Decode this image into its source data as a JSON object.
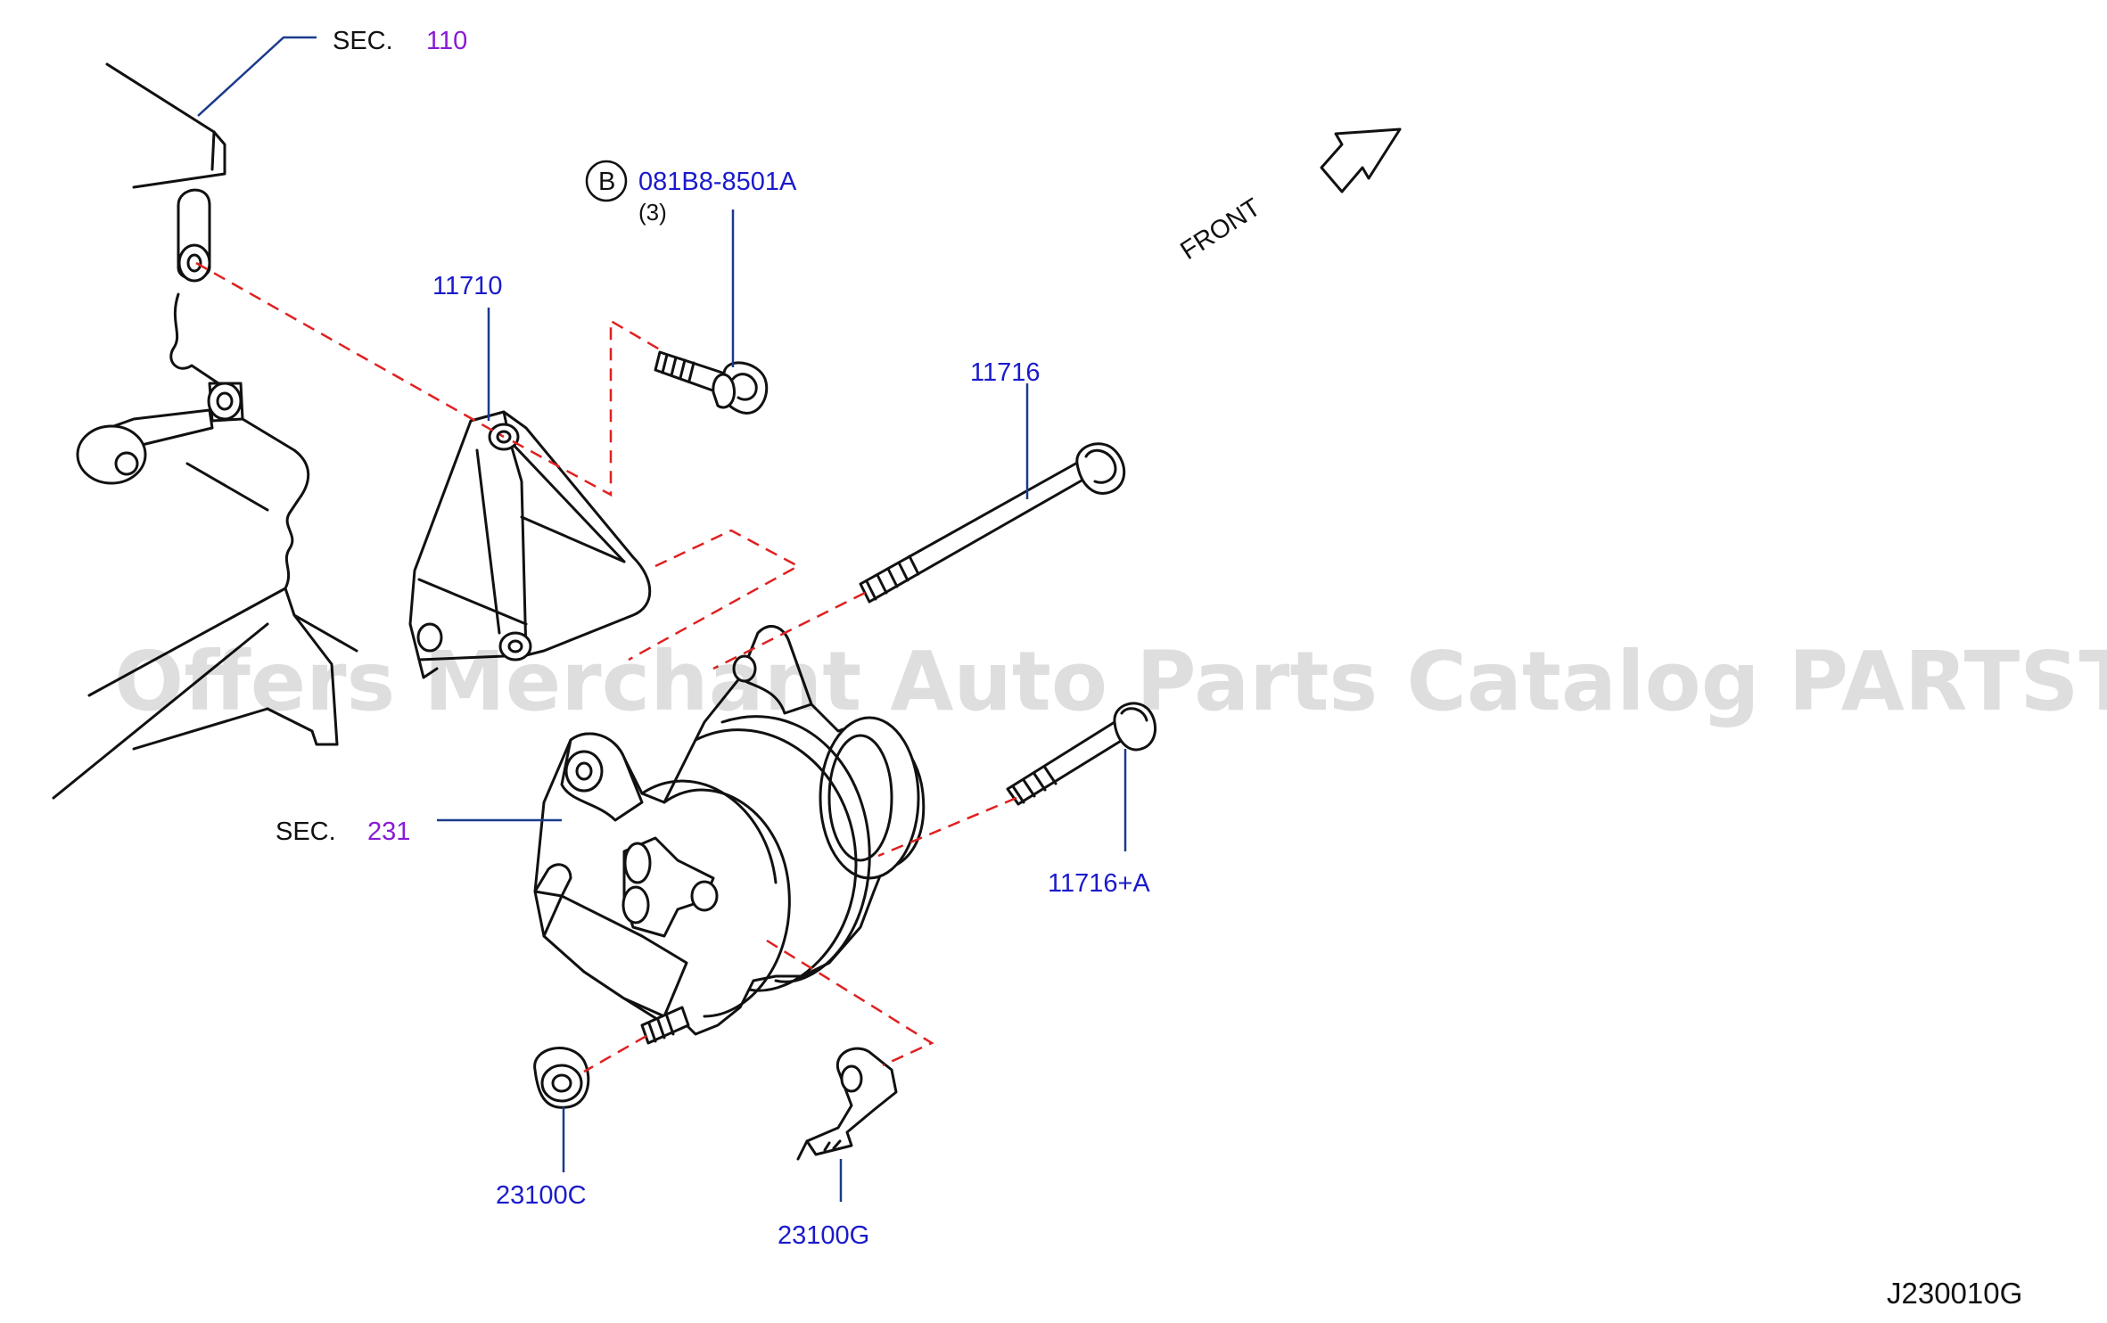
{
  "labels": {
    "sec_top_prefix": "SEC.",
    "sec_top_num": "110",
    "bolt_circle": "B",
    "bolt_part": "081B8-8501A",
    "bolt_qty": "(3)",
    "bracket": "11710",
    "long_bolt": "11716",
    "front": "FRONT",
    "sec_mid_prefix": "SEC.",
    "sec_mid_num": "231",
    "bolt_a": "11716+A",
    "nut": "23100C",
    "clip": "23100G",
    "diagram_id": "J230010G"
  },
  "watermark": "Offers Merchant Auto Parts Catalog PARTSTORE.SA",
  "colors": {
    "part_number": "#1a1acc",
    "section_number": "#8a1ad6",
    "dashed_line": "#e02020",
    "leader_line": "#1a3a8c"
  }
}
